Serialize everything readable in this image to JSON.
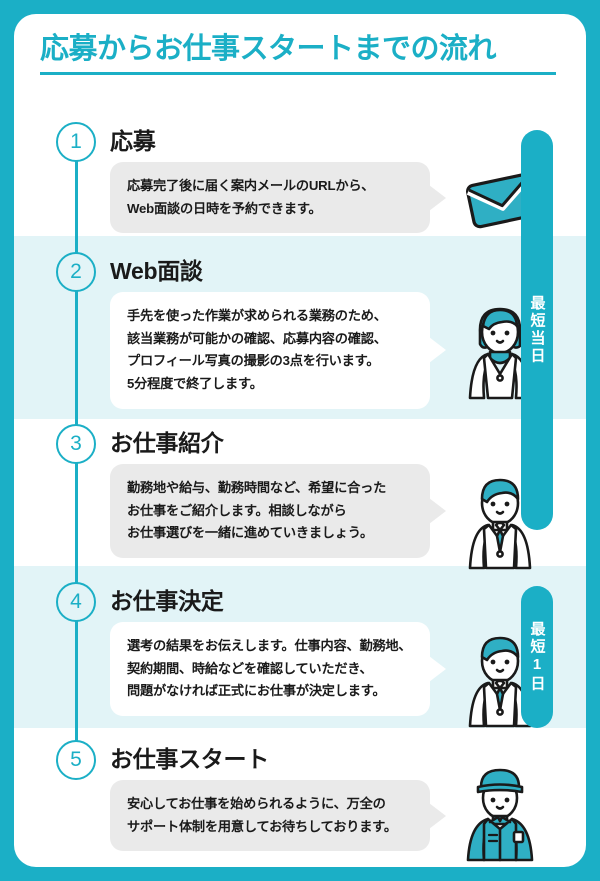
{
  "theme": {
    "accent": "#1BAFC6",
    "band_tint": "#E2F4F7",
    "bubble_gray": "#EAEAEA",
    "bubble_white": "#FFFFFF",
    "text_dark": "#1A1A1A",
    "card_bg": "#FFFFFF"
  },
  "header": {
    "title": "応募からお仕事スタートまでの流れ"
  },
  "steps": [
    {
      "number": "1",
      "heading": "応募",
      "body_lines": [
        "応募完了後に届く案内メールのURLから、",
        "Web面談の日時を予約できます。"
      ],
      "art": "envelope-icon",
      "band": "white"
    },
    {
      "number": "2",
      "heading": "Web面談",
      "body_lines": [
        "手先を使った作業が求められる業務のため、",
        "該当業務が可能かの確認、応募内容の確認、",
        "プロフィール写真の撮影の3点を行います。",
        "5分程度で終了します。"
      ],
      "art": "female-staff-illustration",
      "band": "tint"
    },
    {
      "number": "3",
      "heading": "お仕事紹介",
      "body_lines": [
        "勤務地や給与、勤務時間など、希望に合った",
        "お仕事をご紹介します。相談しながら",
        "お仕事選びを一緒に進めていきましょう。"
      ],
      "art": "male-staff-illustration",
      "band": "white"
    },
    {
      "number": "4",
      "heading": "お仕事決定",
      "body_lines": [
        "選考の結果をお伝えします。仕事内容、勤務地、",
        "契約期間、時給などを確認していただき、",
        "問題がなければ正式にお仕事が決定します。"
      ],
      "art": "male-staff-illustration",
      "band": "tint"
    },
    {
      "number": "5",
      "heading": "お仕事スタート",
      "body_lines": [
        "安心してお仕事を始められるように、万全の",
        "サポート体制を用意してお待ちしております。"
      ],
      "art": "worker-uniform-illustration",
      "band": "white"
    }
  ],
  "badges": [
    {
      "label": "最短当日",
      "covers_steps": "1-3"
    },
    {
      "label": "最短1日",
      "covers_steps": "4"
    }
  ]
}
